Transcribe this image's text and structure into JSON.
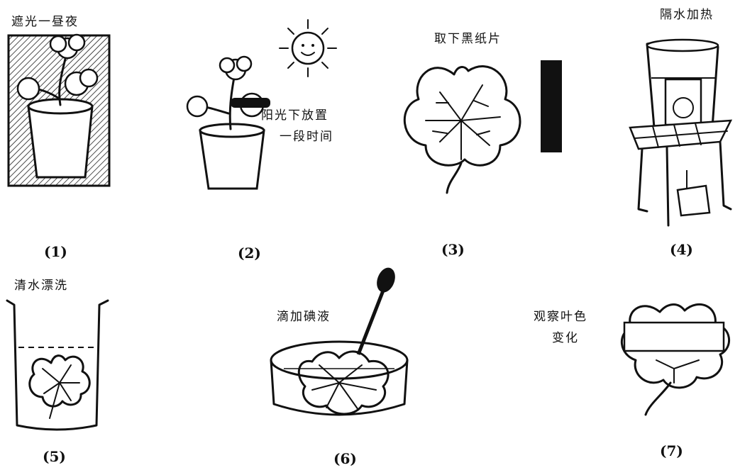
{
  "steps": [
    {
      "number": "(1)",
      "caption": "遮光一昼夜",
      "icon": "plant-in-dark-box"
    },
    {
      "number": "(2)",
      "caption_line1": "阳光下放置",
      "caption_line2": "一段时间",
      "icon": "plant-in-sunlight"
    },
    {
      "number": "(3)",
      "caption": "取下黑纸片",
      "icon": "leaf-and-black-paper"
    },
    {
      "number": "(4)",
      "caption": "隔水加热",
      "icon": "water-bath-heating"
    },
    {
      "number": "(5)",
      "caption": "清水漂洗",
      "icon": "beaker-rinse"
    },
    {
      "number": "(6)",
      "caption": "滴加碘液",
      "icon": "dropper-on-dish"
    },
    {
      "number": "(7)",
      "caption_line1": "观察叶色",
      "caption_line2": "变化",
      "icon": "observed-leaf"
    }
  ]
}
